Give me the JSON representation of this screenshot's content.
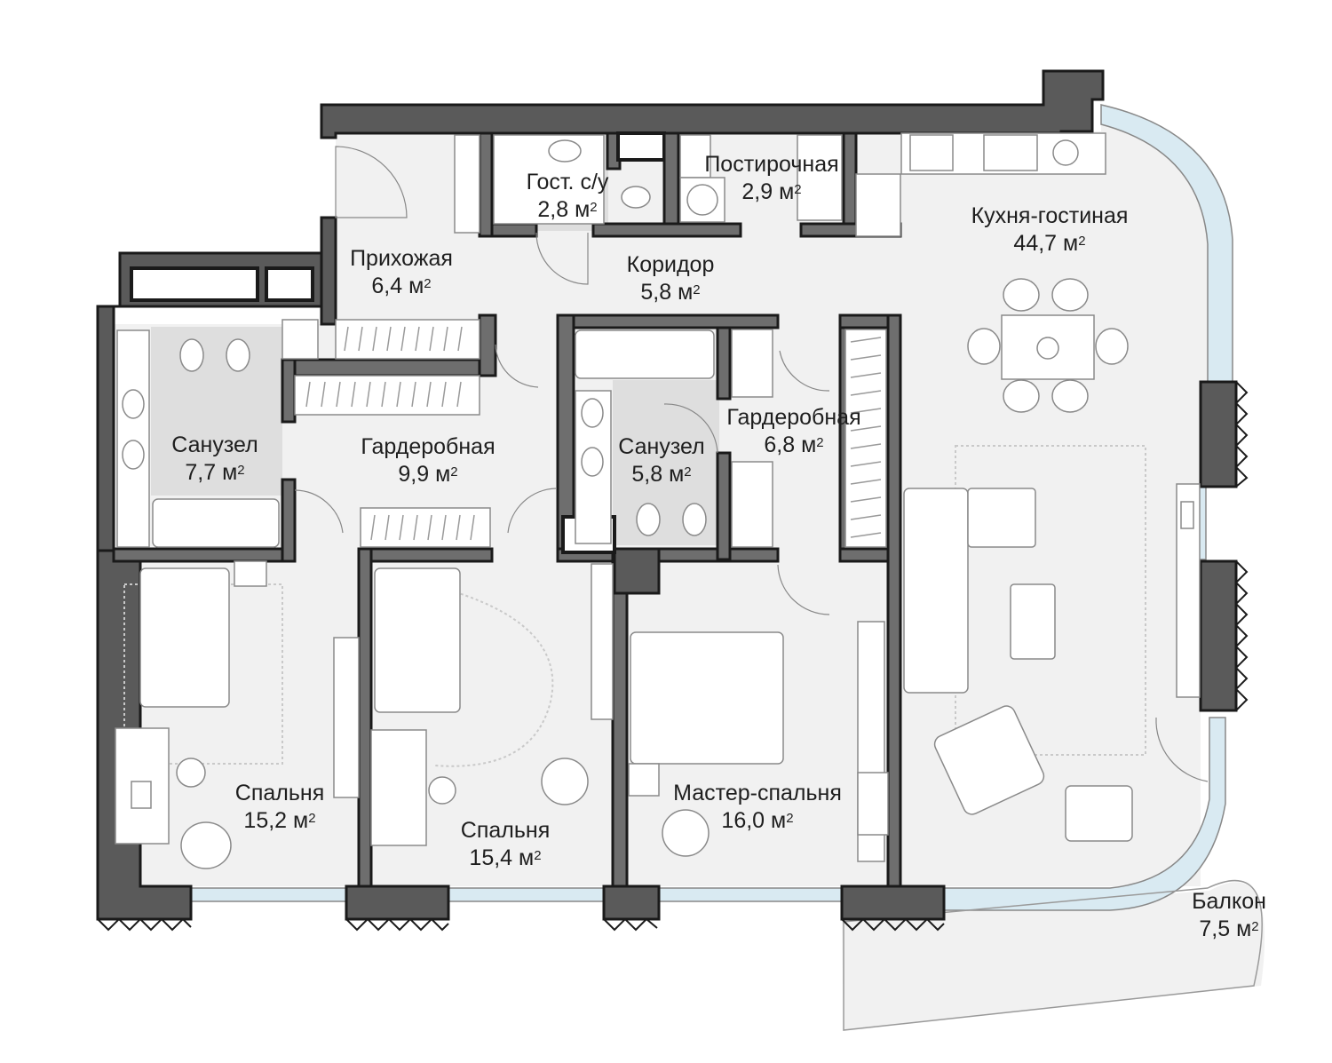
{
  "rooms": {
    "guest_wc": {
      "name": "Гост. с/у",
      "area": "2,8"
    },
    "laundry": {
      "name": "Постирочная",
      "area": "2,9"
    },
    "kitchen": {
      "name": "Кухня-гостиная",
      "area": "44,7"
    },
    "hall": {
      "name": "Прихожая",
      "area": "6,4"
    },
    "corridor": {
      "name": "Коридор",
      "area": "5,8"
    },
    "bath1": {
      "name": "Санузел",
      "area": "7,7"
    },
    "wardrobe1": {
      "name": "Гардеробная",
      "area": "9,9"
    },
    "bath2": {
      "name": "Санузел",
      "area": "5,8"
    },
    "wardrobe2": {
      "name": "Гардеробная",
      "area": "6,8"
    },
    "bedroom1": {
      "name": "Спальня",
      "area": "15,2"
    },
    "bedroom2": {
      "name": "Спальня",
      "area": "15,4"
    },
    "master": {
      "name": "Мастер-спальня",
      "area": "16,0"
    },
    "balcony": {
      "name": "Балкон",
      "area": "7,5"
    }
  },
  "unit": "м",
  "unit_power": "2",
  "colors": {
    "wall": "#5a5a5a",
    "floor": "#f1f1f1",
    "tile": "#dedede",
    "glass": "#d9eaf2"
  }
}
